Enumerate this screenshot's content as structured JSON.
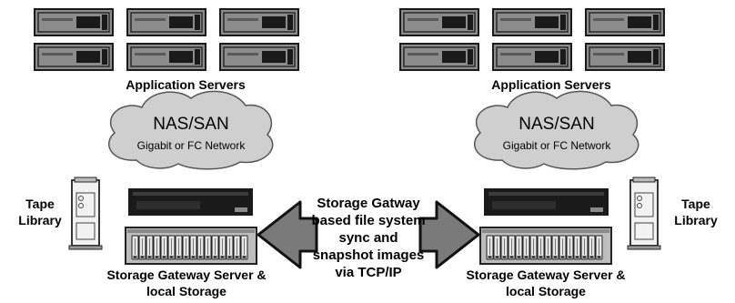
{
  "left_site": {
    "servers_label": "Application Servers",
    "network_title": "NAS/SAN",
    "network_subtitle": "Gigabit or FC Network",
    "tape_label_line1": "Tape",
    "tape_label_line2": "Library",
    "gateway_label_line1": "Storage Gateway Server &",
    "gateway_label_line2": "local Storage"
  },
  "right_site": {
    "servers_label": "Application Servers",
    "network_title": "NAS/SAN",
    "network_subtitle": "Gigabit or FC Network",
    "tape_label_line1": "Tape",
    "tape_label_line2": "Library",
    "gateway_label_line1": "Storage Gateway Server &",
    "gateway_label_line2": "local Storage"
  },
  "sync": {
    "line1": "Storage Gatway",
    "line2": "based file system",
    "line3": "sync and",
    "line4": "snapshot images",
    "line5": "via TCP/IP"
  },
  "colors": {
    "server_fill": "#8c8c8c",
    "server_dark": "#1a1a1a",
    "cloud_fill": "#cfcfcf",
    "arrow_fill": "#7a7a7a",
    "disk_fill": "#e6e6e6"
  }
}
